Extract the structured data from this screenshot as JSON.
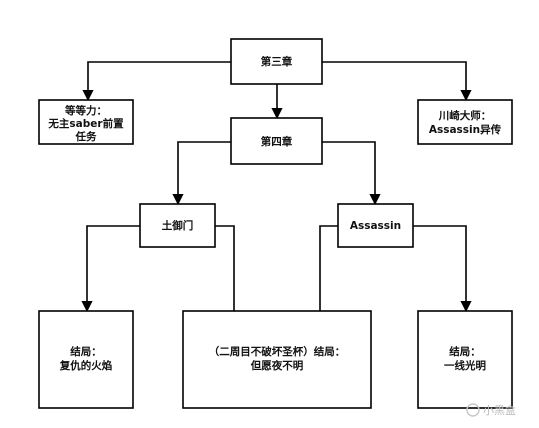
{
  "nodes": {
    "ch3": {
      "lines": [
        "第三章"
      ]
    },
    "ch4": {
      "lines": [
        "第四章"
      ]
    },
    "left_top": {
      "lines": [
        "等等力：",
        "无主saber前置",
        "任务"
      ]
    },
    "right_top": {
      "lines": [
        "川崎大师：",
        "Assassin异传"
      ]
    },
    "tumikado": {
      "lines": [
        "土御门"
      ]
    },
    "assassin": {
      "lines": [
        "Assassin"
      ]
    },
    "end_left": {
      "lines": [
        "结局：",
        "复仇的火焰"
      ]
    },
    "end_mid": {
      "lines": [
        "（二周目不破坏圣杯）结局：",
        "但愿夜不明"
      ]
    },
    "end_right": {
      "lines": [
        "结局：",
        "一线光明"
      ]
    }
  },
  "watermark": "小黑盒"
}
